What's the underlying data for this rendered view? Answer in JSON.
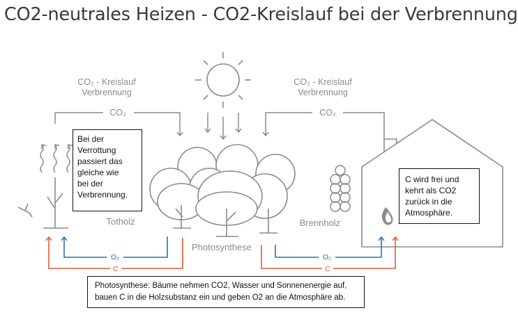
{
  "title": "CO2-neutrales Heizen - CO2-Kreislauf bei der Verbrennung",
  "cycle_left": {
    "line1": "CO₂ - Kreislauf",
    "line2": "Verbrennung"
  },
  "cycle_right": {
    "line1": "CO₂ - Kreislauf",
    "line2": "Verbrennung"
  },
  "co2_left_label": "CO₂",
  "co2_right_label": "CO₂",
  "labels": {
    "totholz": "Totholz",
    "brennholz": "Brennholz",
    "photosynthese": "Photosynthese"
  },
  "flows": {
    "left_o2": "O₂",
    "left_c": "C",
    "right_o2": "O₂",
    "right_c": "C"
  },
  "notes": {
    "left": [
      "Bei der",
      "Verrottung",
      "passiert das",
      "gleiche wie",
      "bei der",
      "Verbrennung."
    ],
    "right": [
      "C wird frei und",
      "kehrt als CO2",
      "zurück in die",
      "Atmosphäre."
    ],
    "bottom": [
      "Photosynthese: Bäume nehmen CO2, Wasser und Sonnenenergie auf,",
      "bauen C in die Holzsubstanz ein und geben O2 an die Atmosphäre ab."
    ]
  },
  "colors": {
    "grey": "#8a8a8a",
    "blue": "#2a6fb5",
    "red": "#e05a32"
  }
}
